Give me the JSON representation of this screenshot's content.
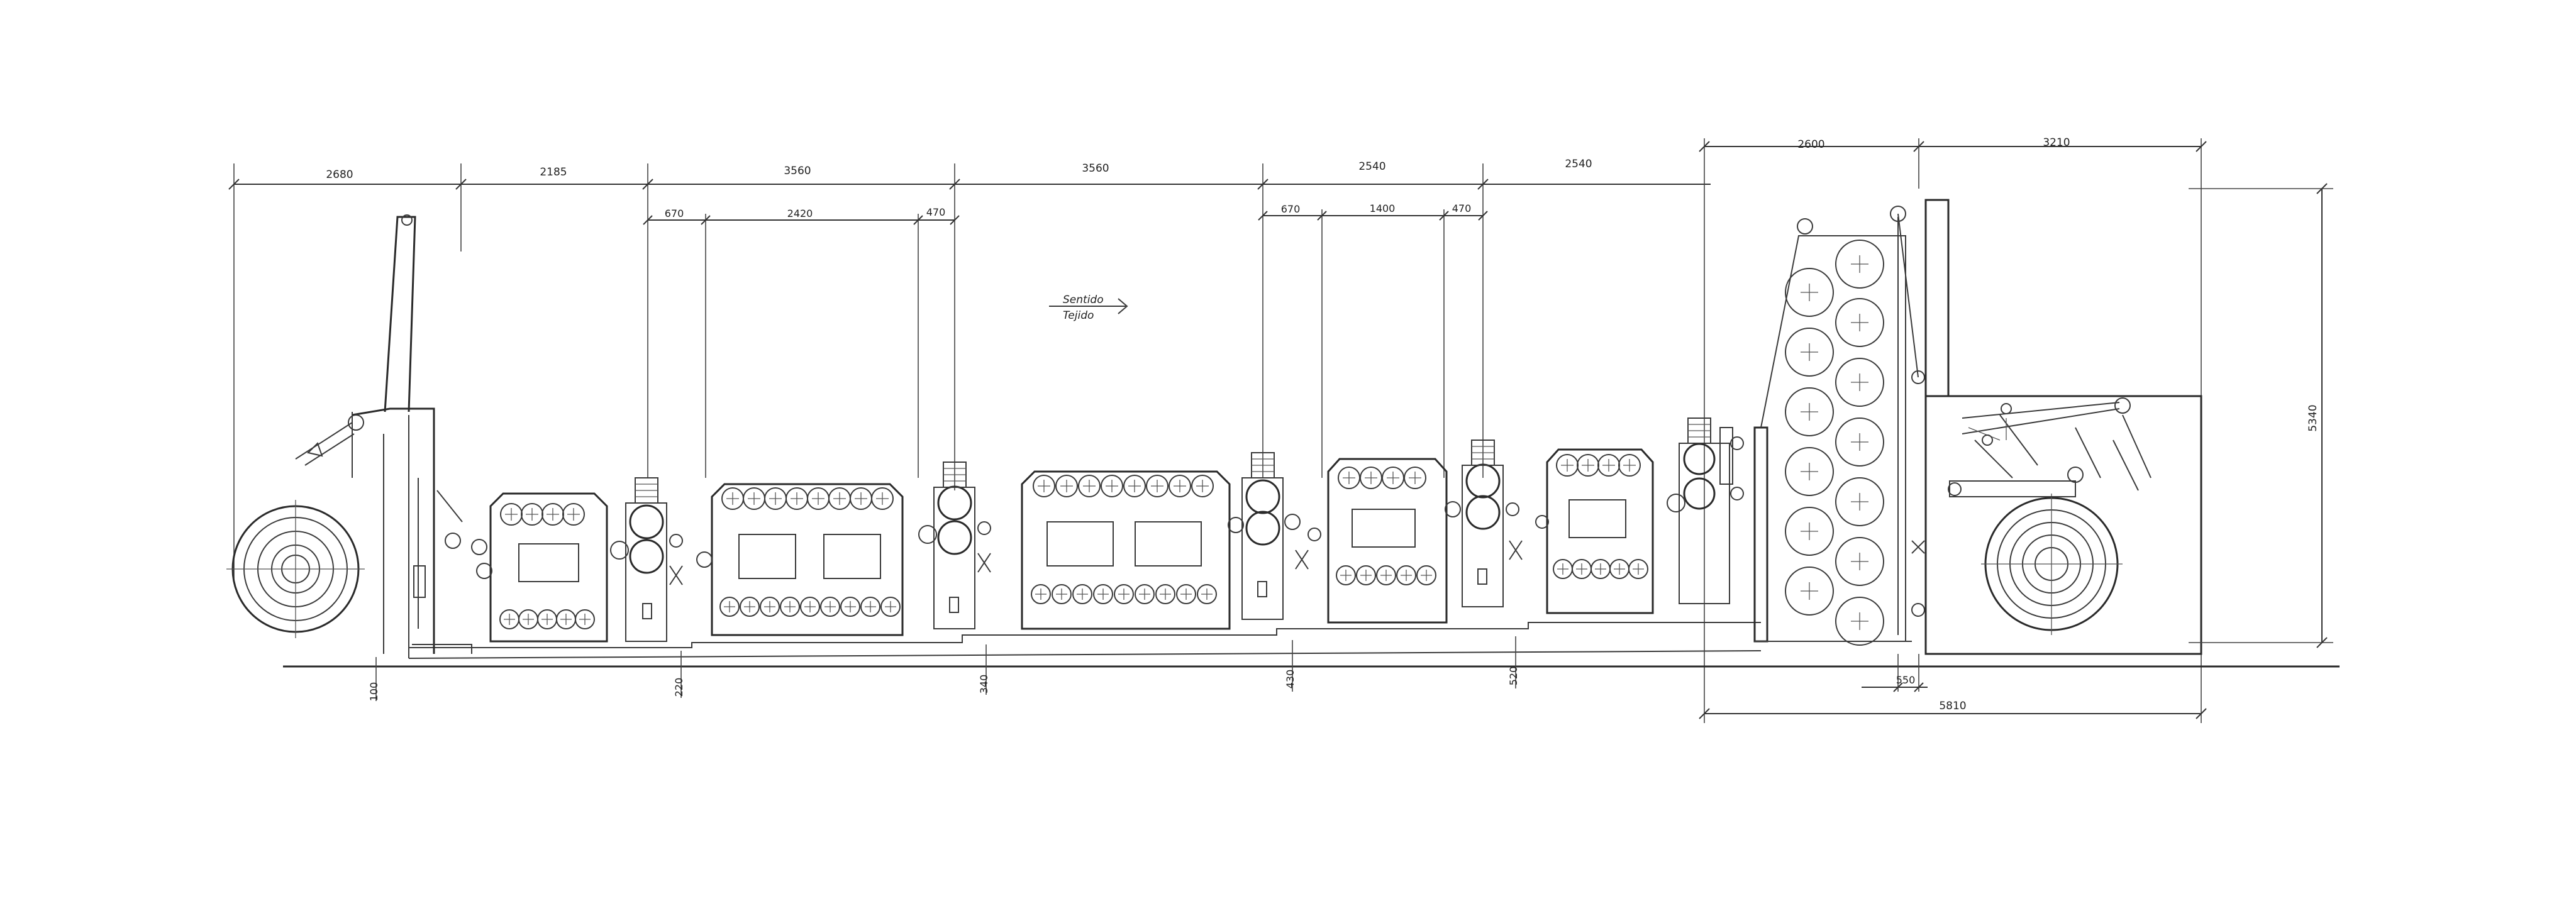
{
  "dimensions_top": [
    "2680",
    "2185",
    "3560",
    "3560",
    "2540",
    "2540",
    "2600",
    "3210"
  ],
  "dimensions_sub": [
    "670",
    "2420",
    "470",
    "670",
    "1400",
    "470"
  ],
  "dimensions_bottom": [
    "100",
    "220",
    "340",
    "430",
    "520"
  ],
  "dimension_550": "550",
  "dimension_5810": "5810",
  "dimension_height": "5340",
  "direction_label_line1": "Sentido",
  "direction_label_line2": "Tejido",
  "colors": {
    "line": "#2a2a2a",
    "background": "#ffffff"
  }
}
